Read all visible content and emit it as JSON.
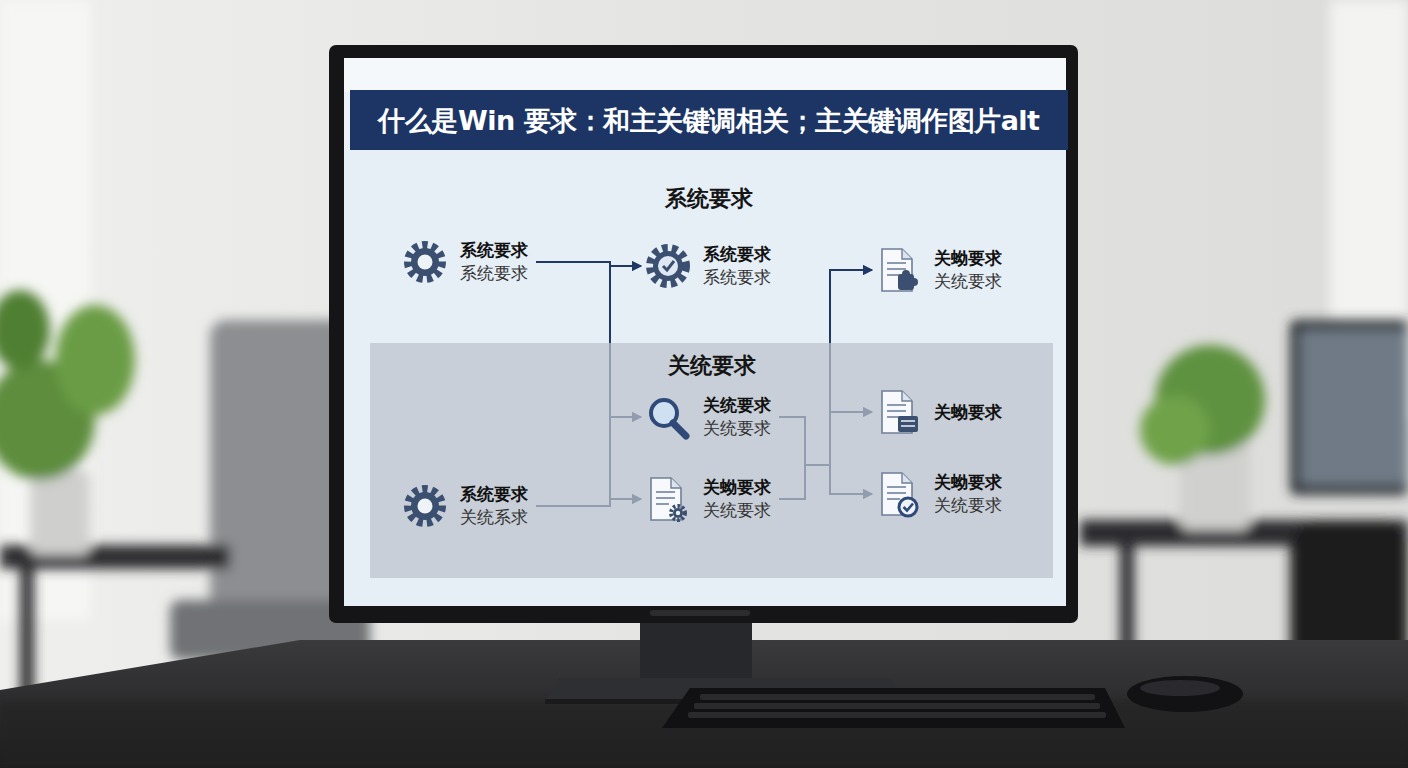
{
  "diagram": {
    "title": "什么是Win 要求：和主关键调相关；主关键调作图片alt",
    "nodes": [
      {
        "text": [
          "系统要求",
          "系统要求"
        ]
      },
      {
        "text": [
          "系统要求",
          "系统要求"
        ]
      },
      {
        "text": [
          "关蚴要求",
          "关统要求"
        ]
      },
      {
        "text": [
          "关统要求"
        ]
      },
      {
        "text": [
          "关统要求",
          "关统要求"
        ],
        "in": 3
      },
      {
        "text": [
          "关蚴要求"
        ],
        "in": 3
      },
      {
        "text": [
          "系统要求",
          "关统系求"
        ],
        "in": 3
      },
      {
        "text": [
          "关蚴要求",
          "关统要求"
        ],
        "in": 3
      },
      {
        "text": [
          "关蚴要求",
          "关统要求"
        ],
        "in": 3
      }
    ],
    "edges": [
      {
        "from": 0,
        "to": 1,
        "arrow": "to"
      },
      {
        "from": 0,
        "to": 4,
        "arrow": "to"
      },
      {
        "from": 0,
        "to": 7,
        "arrow": "to"
      },
      {
        "from": 6,
        "to": 1,
        "arrow": "to"
      },
      {
        "from": 6,
        "to": 4,
        "arrow": "to"
      },
      {
        "from": 6,
        "to": 7,
        "arrow": "to"
      },
      {
        "from": 4,
        "to": 2,
        "arrow": "to"
      },
      {
        "from": 4,
        "to": 5,
        "arrow": "to"
      },
      {
        "from": 4,
        "to": 8,
        "arrow": "to"
      },
      {
        "from": 7,
        "to": 2,
        "arrow": "to"
      },
      {
        "from": 7,
        "to": 5,
        "arrow": "to"
      },
      {
        "from": 7,
        "to": 8,
        "arrow": "to"
      }
    ],
    "labels": [
      "系统要求"
    ]
  }
}
